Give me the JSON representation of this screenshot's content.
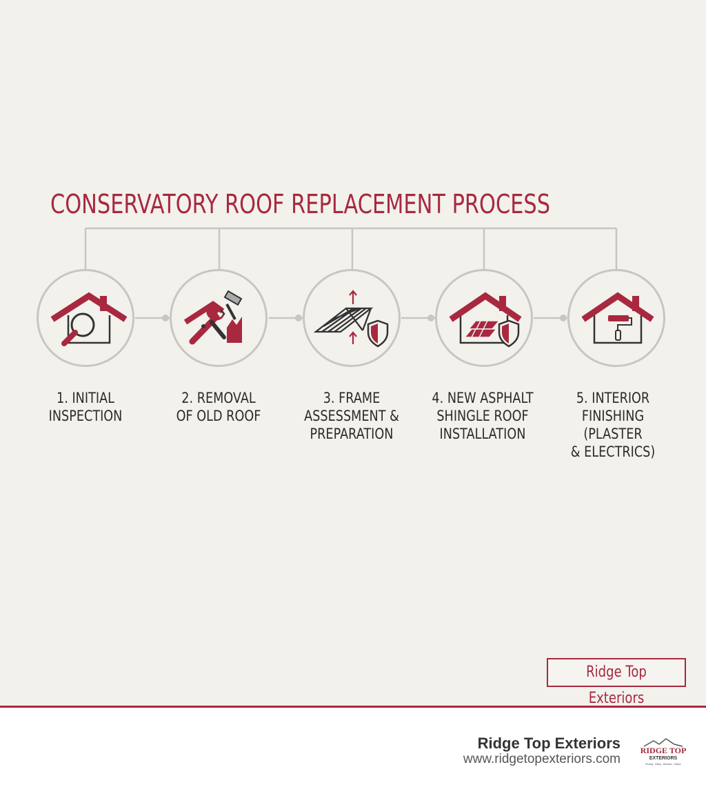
{
  "title": "CONSERVATORY ROOF REPLACEMENT PROCESS",
  "colors": {
    "accent": "#a8283f",
    "line": "#c8c6c0",
    "icon": "#333333",
    "background": "#f2f1ec"
  },
  "steps": [
    {
      "label": "1. INITIAL\nINSPECTION",
      "icon": "house-magnifier-icon"
    },
    {
      "label": "2. REMOVAL\nOF OLD ROOF",
      "icon": "wrench-hammer-icon"
    },
    {
      "label": "3. FRAME\nASSESSMENT &\nPREPARATION",
      "icon": "frame-shield-icon"
    },
    {
      "label": "4. NEW ASPHALT\nSHINGLE ROOF\nINSTALLATION",
      "icon": "shingle-shield-icon"
    },
    {
      "label": "5. INTERIOR\nFINISHING (PLASTER\n& ELECTRICS)",
      "icon": "paint-roller-icon"
    }
  ],
  "watermark": "Ridge Top Exteriors",
  "footer": {
    "company": "Ridge Top Exteriors",
    "url": "www.ridgetopexteriors.com",
    "logo_text": "RIDGE TOP",
    "logo_subtext": "EXTERIORS",
    "logo_tagline": "Roofing · Siding · Windows · Gutters"
  }
}
